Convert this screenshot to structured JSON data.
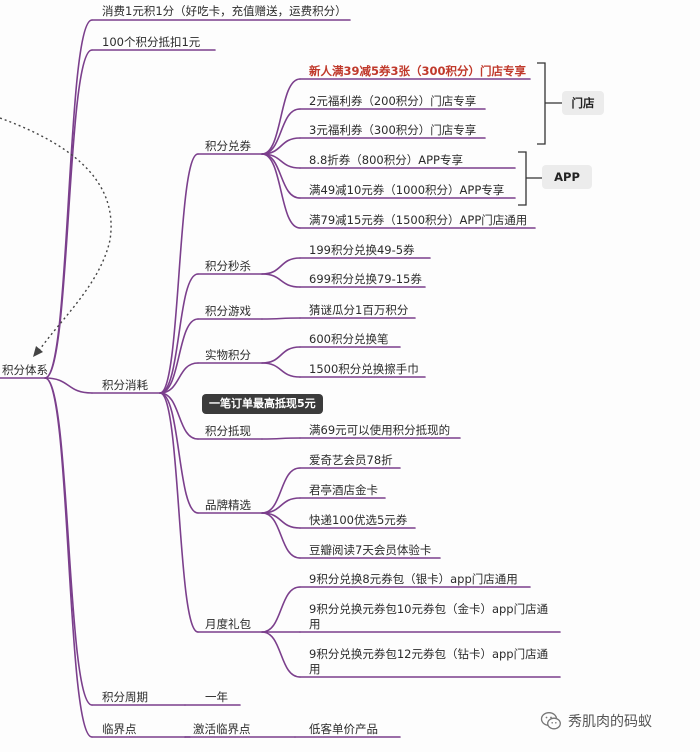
{
  "root": {
    "label": "积分体系"
  },
  "top": [
    {
      "id": "t1",
      "label": "消费1元积1分（好吃卡，充值赠送，运费积分）"
    },
    {
      "id": "t2",
      "label": "100个积分抵扣1元"
    }
  ],
  "consume": {
    "label": "积分消耗",
    "groups": [
      {
        "id": "g1",
        "label": "积分兑券",
        "items": [
          {
            "label": "新人满39减5券3张（300积分）门店专享",
            "highlight": true
          },
          {
            "label": "2元福利券（200积分）门店专享"
          },
          {
            "label": "3元福利券（300积分）门店专享"
          },
          {
            "label": "8.8折券（800积分）APP专享"
          },
          {
            "label": "满49减10元券（1000积分）APP专享"
          },
          {
            "label": "满79减15元券（1500积分）APP门店通用"
          }
        ]
      },
      {
        "id": "g2",
        "label": "积分秒杀",
        "items": [
          {
            "label": "199积分兑换49-5券"
          },
          {
            "label": "699积分兑换79-15券"
          }
        ]
      },
      {
        "id": "g3",
        "label": "积分游戏",
        "items": [
          {
            "label": "猜谜瓜分1百万积分"
          }
        ]
      },
      {
        "id": "g4",
        "label": "实物积分",
        "items": [
          {
            "label": "600积分兑换笔"
          },
          {
            "label": "1500积分兑换擦手巾"
          }
        ]
      },
      {
        "id": "g5",
        "label": "积分抵现",
        "callout": "一笔订单最高抵现5元",
        "items": [
          {
            "label": "满69元可以使用积分抵现的"
          }
        ]
      },
      {
        "id": "g6",
        "label": "品牌精选",
        "items": [
          {
            "label": "爱奇艺会员78折"
          },
          {
            "label": "君亭酒店金卡"
          },
          {
            "label": "快递100优选5元券"
          },
          {
            "label": "豆瓣阅读7天会员体验卡"
          }
        ]
      },
      {
        "id": "g7",
        "label": "月度礼包",
        "items": [
          {
            "label": "9积分兑换8元券包（银卡）app门店通用"
          },
          {
            "label": "9积分兑换元券包10元券包（金卡）app门店通用"
          },
          {
            "label": "9积分兑换元券包12元券包（钻卡）app门店通用"
          }
        ]
      }
    ]
  },
  "tags": {
    "store": "门店",
    "app": "APP"
  },
  "period": {
    "label": "积分周期",
    "value": "一年"
  },
  "critical": {
    "label": "临界点",
    "sub": "激活临界点",
    "value": "低客单价产品"
  },
  "watermark": {
    "text": "秀肌肉的码蚁"
  },
  "colors": {
    "branch": "#7b3f8c",
    "highlight": "#c0392b",
    "bracket": "#333333"
  }
}
